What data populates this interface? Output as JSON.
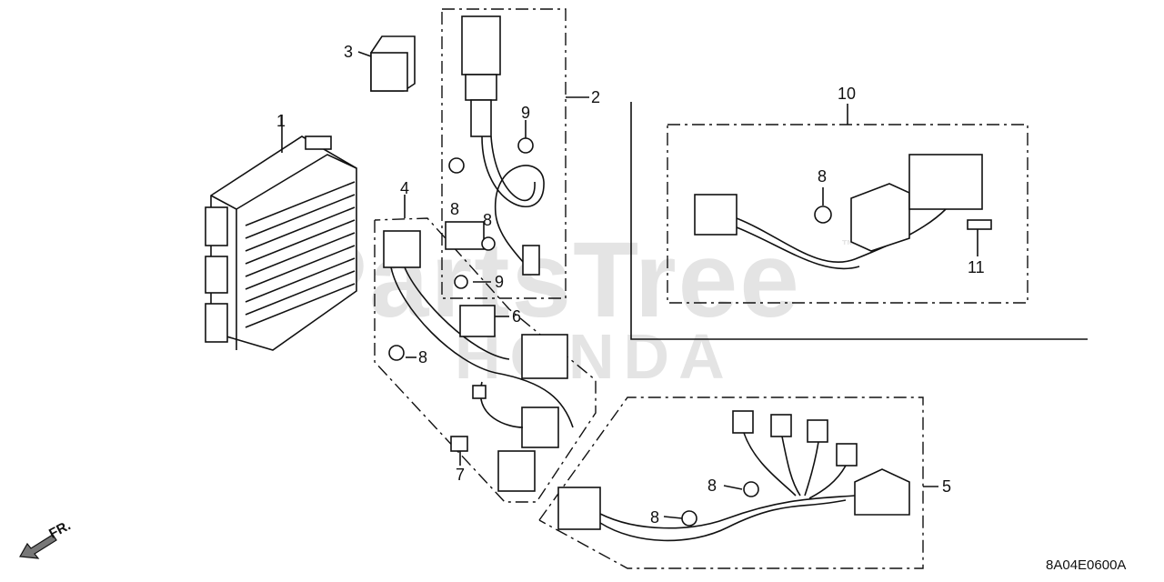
{
  "watermark": {
    "main": "PartsTree",
    "sub": "HONDA",
    "tm": "™"
  },
  "diagram_code": "8A04E0600A",
  "direction": {
    "label": "FR."
  },
  "callouts": {
    "c1": "1",
    "c2": "2",
    "c3": "3",
    "c4": "4",
    "c5": "5",
    "c6": "6",
    "c7": "7",
    "c8a": "8",
    "c8b": "8",
    "c8c": "8",
    "c8d": "8",
    "c8e": "8",
    "c8f": "8",
    "c9a": "9",
    "c9b": "9",
    "c10": "10",
    "c11": "11"
  }
}
